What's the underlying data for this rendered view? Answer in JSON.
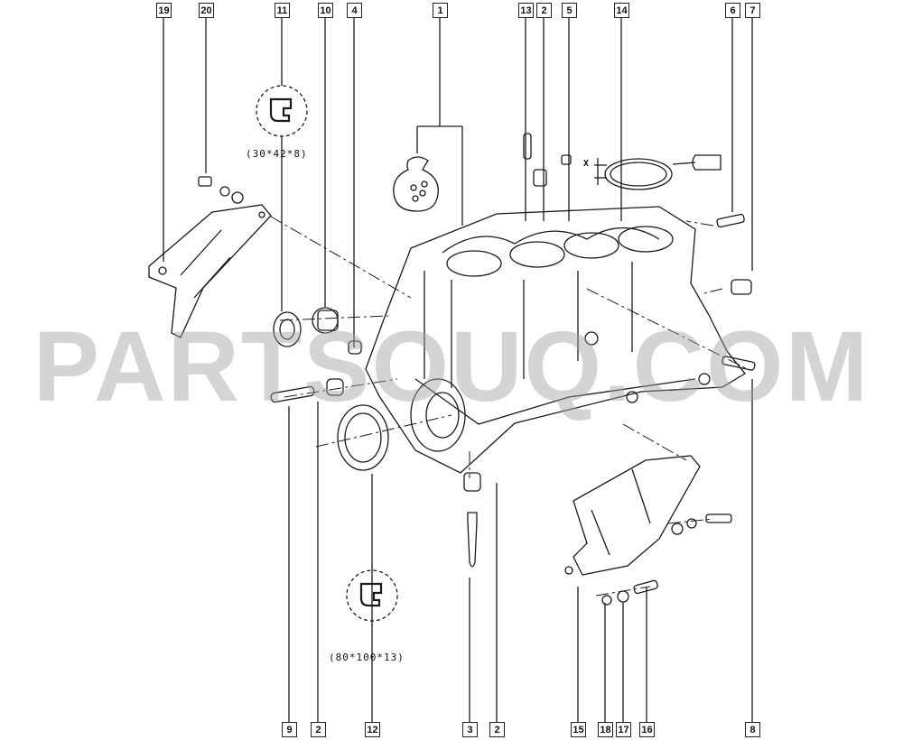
{
  "callouts": {
    "top": [
      "19",
      "20",
      "11",
      "10",
      "4",
      "1",
      "13",
      "2",
      "5",
      "14",
      "6",
      "7"
    ],
    "bottom": [
      "9",
      "2",
      "12",
      "3",
      "2",
      "15",
      "18",
      "17",
      "16",
      "8"
    ]
  },
  "dimensions": {
    "seal_small": "(30*42*8)",
    "seal_large": "(80*100*13)",
    "gap_x": "X"
  },
  "watermark": "PARTSOUQ.COM",
  "colors": {
    "line": "#1a1a1a",
    "watermark": "#a0a0a0"
  }
}
